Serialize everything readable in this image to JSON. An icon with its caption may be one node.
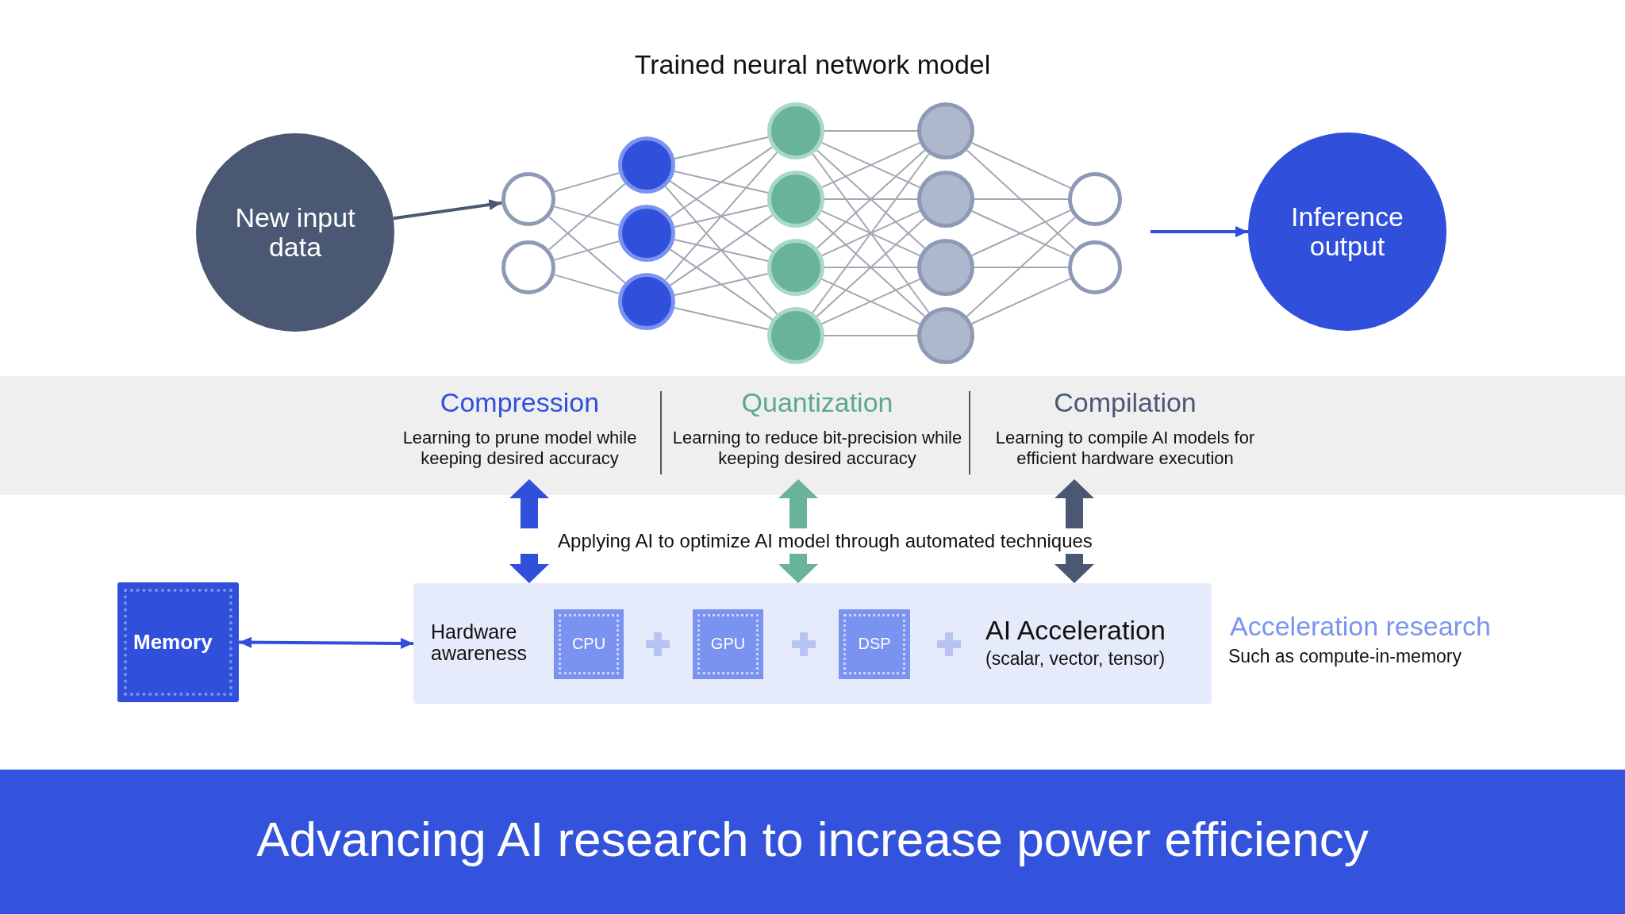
{
  "diagram": {
    "title": "Advancing AI research to increase power efficiency",
    "nodes": [
      {
        "text": [
          "New input data"
        ]
      },
      {
        "text": [],
        "shape": "circle"
      },
      {
        "text": [],
        "shape": "circle"
      },
      {
        "text": [],
        "shape": "circle"
      },
      {
        "text": [],
        "shape": "circle"
      },
      {
        "text": [],
        "shape": "circle"
      },
      {
        "text": [],
        "shape": "circle"
      },
      {
        "text": [],
        "shape": "circle"
      },
      {
        "text": [],
        "shape": "circle"
      },
      {
        "text": [],
        "shape": "circle"
      },
      {
        "text": [],
        "shape": "circle"
      },
      {
        "text": [],
        "shape": "circle"
      },
      {
        "text": [],
        "shape": "circle"
      },
      {
        "text": [],
        "shape": "circle"
      },
      {
        "text": [],
        "shape": "circle"
      },
      {
        "text": [],
        "shape": "circle"
      },
      {
        "text": [
          "Inference output"
        ]
      },
      {
        "text": [],
        "shape": "band"
      },
      {
        "text": [
          "Compression",
          "Learning to prune model while keeping desired accuracy"
        ],
        "in": 17
      },
      {
        "text": [
          "Quantization",
          "Learning to reduce bit-precision while keeping desired accuracy"
        ],
        "in": 17
      },
      {
        "text": [
          "Compilation",
          "Learning to compile AI models for efficient hardware execution"
        ],
        "in": 17
      },
      {
        "text": [
          "Applying AI to optimize AI model through automated techniques"
        ]
      },
      {
        "text": [
          "Memory"
        ]
      },
      {
        "text": [
          "Hardware awareness",
          "AI Acceleration",
          "(scalar, vector, tensor)"
        ]
      },
      {
        "text": [
          "CPU"
        ],
        "in": 23
      },
      {
        "text": [
          "GPU"
        ],
        "in": 23
      },
      {
        "text": [
          "DSP"
        ],
        "in": 23
      }
    ],
    "edges": [
      {
        "from": 0,
        "to": 1,
        "arrow": "to",
        "color": "#4a5873"
      },
      {
        "from": null,
        "to": 16,
        "arrow": "to",
        "color": "#3050dc"
      },
      {
        "from": 1,
        "to": 3,
        "arrow": "none"
      },
      {
        "from": 1,
        "to": 4,
        "arrow": "none"
      },
      {
        "from": 1,
        "to": 5,
        "arrow": "none"
      },
      {
        "from": 2,
        "to": 3,
        "arrow": "none"
      },
      {
        "from": 2,
        "to": 4,
        "arrow": "none"
      },
      {
        "from": 2,
        "to": 5,
        "arrow": "none"
      },
      {
        "from": 3,
        "to": 6,
        "arrow": "none"
      },
      {
        "from": 3,
        "to": 7,
        "arrow": "none"
      },
      {
        "from": 3,
        "to": 8,
        "arrow": "none"
      },
      {
        "from": 3,
        "to": 9,
        "arrow": "none"
      },
      {
        "from": 4,
        "to": 6,
        "arrow": "none"
      },
      {
        "from": 4,
        "to": 7,
        "arrow": "none"
      },
      {
        "from": 4,
        "to": 8,
        "arrow": "none"
      },
      {
        "from": 4,
        "to": 9,
        "arrow": "none"
      },
      {
        "from": 5,
        "to": 6,
        "arrow": "none"
      },
      {
        "from": 5,
        "to": 7,
        "arrow": "none"
      },
      {
        "from": 5,
        "to": 8,
        "arrow": "none"
      },
      {
        "from": 5,
        "to": 9,
        "arrow": "none"
      },
      {
        "from": 6,
        "to": 10,
        "arrow": "none"
      },
      {
        "from": 6,
        "to": 11,
        "arrow": "none"
      },
      {
        "from": 6,
        "to": 12,
        "arrow": "none"
      },
      {
        "from": 6,
        "to": 13,
        "arrow": "none"
      },
      {
        "from": 7,
        "to": 10,
        "arrow": "none"
      },
      {
        "from": 7,
        "to": 11,
        "arrow": "none"
      },
      {
        "from": 7,
        "to": 12,
        "arrow": "none"
      },
      {
        "from": 7,
        "to": 13,
        "arrow": "none"
      },
      {
        "from": 8,
        "to": 10,
        "arrow": "none"
      },
      {
        "from": 8,
        "to": 11,
        "arrow": "none"
      },
      {
        "from": 8,
        "to": 12,
        "arrow": "none"
      },
      {
        "from": 8,
        "to": 13,
        "arrow": "none"
      },
      {
        "from": 9,
        "to": 10,
        "arrow": "none"
      },
      {
        "from": 9,
        "to": 11,
        "arrow": "none"
      },
      {
        "from": 9,
        "to": 12,
        "arrow": "none"
      },
      {
        "from": 9,
        "to": 13,
        "arrow": "none"
      },
      {
        "from": 10,
        "to": 14,
        "arrow": "none"
      },
      {
        "from": 10,
        "to": 15,
        "arrow": "none"
      },
      {
        "from": 11,
        "to": 14,
        "arrow": "none"
      },
      {
        "from": 11,
        "to": 15,
        "arrow": "none"
      },
      {
        "from": 12,
        "to": 14,
        "arrow": "none"
      },
      {
        "from": 12,
        "to": 15,
        "arrow": "none"
      },
      {
        "from": 13,
        "to": 14,
        "arrow": "none"
      },
      {
        "from": 13,
        "to": 15,
        "arrow": "none"
      },
      {
        "from": 21,
        "to": 18,
        "arrow": "to",
        "style": "thick",
        "color": "#3050dc"
      },
      {
        "from": 21,
        "to": 19,
        "arrow": "to",
        "style": "thick",
        "color": "#6ab39b"
      },
      {
        "from": 21,
        "to": 20,
        "arrow": "to",
        "style": "thick",
        "color": "#4a5873"
      },
      {
        "from": 21,
        "to": 23,
        "arrow": "to",
        "style": "thick",
        "color": "#3050dc"
      },
      {
        "from": 21,
        "to": 23,
        "arrow": "to",
        "style": "thick",
        "color": "#6ab39b"
      },
      {
        "from": 21,
        "to": 23,
        "arrow": "to",
        "style": "thick",
        "color": "#4a5873"
      },
      {
        "from": 22,
        "to": 23,
        "arrow": "both",
        "color": "#3050dc"
      }
    ],
    "labels": [
      "Trained neural network model",
      "Acceleration research",
      "Such as compute-in-memory"
    ]
  }
}
